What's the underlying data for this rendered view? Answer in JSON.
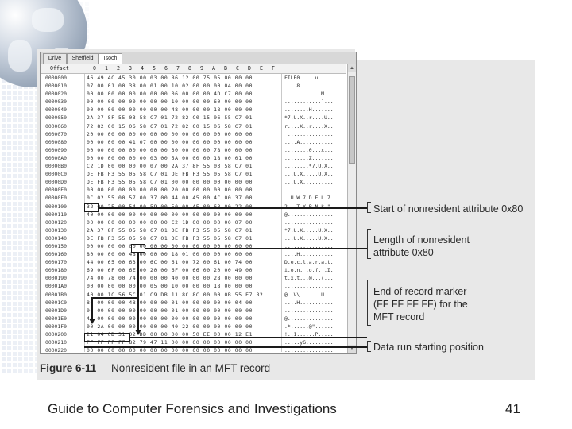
{
  "window": {
    "tabs": [
      "Drive",
      "Sheffield",
      "Isoch"
    ]
  },
  "hex": {
    "offset_header": "Offset",
    "col_headers": [
      "0",
      "1",
      "2",
      "3",
      "4",
      "5",
      "6",
      "7",
      "8",
      "9",
      "A",
      "B",
      "C",
      "D",
      "E",
      "F"
    ],
    "rows": [
      {
        "off": "0000000",
        "bytes": "46 49 4C 45 30 00 03 00 86 12 00 75 05 00 00 00",
        "asc": "FILE0.....u...."
      },
      {
        "off": "0000010",
        "bytes": "07 00 01 00 38 00 01 00 10 02 00 00 00 04 00 00",
        "asc": "....8..........."
      },
      {
        "off": "0000020",
        "bytes": "00 00 00 00 00 00 00 00 06 00 00 00 4D C7 00 00",
        "asc": "............M..."
      },
      {
        "off": "0000030",
        "bytes": "00 00 00 00 00 00 00 00 10 00 00 00 60 00 00 00",
        "asc": "............`..."
      },
      {
        "off": "0000040",
        "bytes": "00 00 00 00 00 00 00 00 48 00 00 00 18 00 00 00",
        "asc": "........H......."
      },
      {
        "off": "0000050",
        "bytes": "2A 37 8F 55 03 58 C7 01 72 82 C0 15 06 55 C7 01",
        "asc": "*7.U.X..r....U.."
      },
      {
        "off": "0000060",
        "bytes": "72 82 C0 15 06 58 C7 01 72 82 C0 15 06 58 C7 01",
        "asc": "r....X..r....X.."
      },
      {
        "off": "0000070",
        "bytes": "20 00 00 00 00 00 00 00 00 00 00 00 00 00 00 00",
        "asc": " ..............."
      },
      {
        "off": "0000080",
        "bytes": "00 00 00 00 41 07 00 00 00 00 00 00 00 00 00 00",
        "asc": "....A..........."
      },
      {
        "off": "0000090",
        "bytes": "00 00 00 00 00 00 00 00 30 00 00 00 78 00 00 00",
        "asc": "........0...x..."
      },
      {
        "off": "00000A0",
        "bytes": "00 00 00 00 00 00 03 00 5A 00 00 00 18 00 01 00",
        "asc": "........Z......."
      },
      {
        "off": "00000B0",
        "bytes": "C2 1D 00 00 00 00 07 00 2A 37 8F 55 03 58 C7 01",
        "asc": "........*7.U.X.."
      },
      {
        "off": "00000C0",
        "bytes": "DE FB F3 55 05 58 C7 01 DE FB F3 55 05 58 C7 01",
        "asc": "...U.X.....U.X.."
      },
      {
        "off": "00000D0",
        "bytes": "DE FB F3 55 05 58 C7 01 00 00 00 00 00 00 00 00",
        "asc": "...U.X.........."
      },
      {
        "off": "00000E0",
        "bytes": "00 00 00 00 00 00 00 00 20 00 00 00 00 00 00 00",
        "asc": "........ ......."
      },
      {
        "off": "00000F0",
        "bytes": "0C 02 55 00 57 00 37 00 44 00 45 00 4C 00 37 00",
        "asc": "..U.W.7.D.E.L.7."
      },
      {
        "off": "0000100",
        "bytes": "32 00 2E 00 54 00 59 00 50 00 4E 00 6B 00 22 00",
        "asc": "2...T.Y.P.N.k.\"."
      },
      {
        "off": "0000110",
        "bytes": "40 00 00 00 00 00 00 00 00 00 00 00 00 00 00 00",
        "asc": "@..............."
      },
      {
        "off": "0000120",
        "bytes": "00 00 00 00 00 00 00 00 C2 1D 00 00 00 00 07 00",
        "asc": "................"
      },
      {
        "off": "0000130",
        "bytes": "2A 37 8F 55 05 58 C7 01 DE FB F3 55 05 58 C7 01",
        "asc": "*7.U.X.....U.X.."
      },
      {
        "off": "0000140",
        "bytes": "DE FB F3 55 05 58 C7 01 DE FB F3 55 05 58 C7 01",
        "asc": "...U.X.....U.X.."
      },
      {
        "off": "0000150",
        "bytes": "00 00 00 00 00 00 00 00 00 00 00 00 00 00 00 00",
        "asc": "................"
      },
      {
        "off": "0000160",
        "bytes": "80 00 00 00 48 00 00 00 18 01 00 00 00 00 00 00",
        "asc": "....H..........."
      },
      {
        "off": "0000170",
        "bytes": "44 00 65 00 63 00 6C 00 61 00 72 00 61 00 74 00",
        "asc": "D.e.c.l.a.r.a.t."
      },
      {
        "off": "0000180",
        "bytes": "69 00 6F 00 6E 00 20 00 6F 00 66 00 20 00 49 00",
        "asc": "i.o.n. .o.f. .I."
      },
      {
        "off": "0000190",
        "bytes": "74 00 78 00 74 00 00 00 40 00 00 00 28 00 00 00",
        "asc": "t.x.t...@...(..."
      },
      {
        "off": "00001A0",
        "bytes": "00 00 00 00 00 00 05 00 10 00 00 00 18 00 00 00",
        "asc": "................"
      },
      {
        "off": "00001B0",
        "bytes": "40 00 1C 56 5C 01 C9 DB 11 8C 8C 00 00 0B 55 E7 B2",
        "asc": "@..V\\.......U.."
      },
      {
        "off": "00001C0",
        "bytes": "80 00 00 00 48 00 00 00 01 00 00 00 00 00 04 00",
        "asc": "....H..........."
      },
      {
        "off": "00001D0",
        "bytes": "00 00 00 00 00 00 00 00 01 00 00 00 00 00 00 00",
        "asc": "................"
      },
      {
        "off": "00001E0",
        "bytes": "40 00 00 00 00 00 00 00 00 00 00 00 00 00 00 00",
        "asc": "@..............."
      },
      {
        "off": "00001F0",
        "bytes": "00 2A 00 00 00 00 00 00 40 22 00 00 00 00 00 00",
        "asc": ".*......@\"......"
      },
      {
        "off": "0000200",
        "bytes": "21 04 0D 31 02 DD 00 00 00 00 50 EE 00 00 12 E1",
        "asc": "!..1......P....."
      },
      {
        "off": "0000210",
        "bytes": "FF FF FF FF 82 79 47 11 00 00 00 00 00 00 00 00",
        "asc": ".....yG........."
      },
      {
        "off": "0000220",
        "bytes": "00 00 00 00 00 00 00 00 00 00 00 00 00 00 00 00",
        "asc": "................"
      }
    ]
  },
  "callouts": {
    "start_nonres": "Start of nonresident attribute 0x80",
    "length_nonres_1": "Length of nonresident",
    "length_nonres_2": "attribute 0x80",
    "end_marker_1": "End of record marker",
    "end_marker_2": "(FF FF FF FF) for the",
    "end_marker_3": "MFT record",
    "data_run": "Data run starting position"
  },
  "caption": {
    "label": "Figure 6-11",
    "text": "Nonresident file in an MFT record"
  },
  "footer": {
    "title": "Guide to Computer Forensics and Investigations",
    "page": "41"
  }
}
